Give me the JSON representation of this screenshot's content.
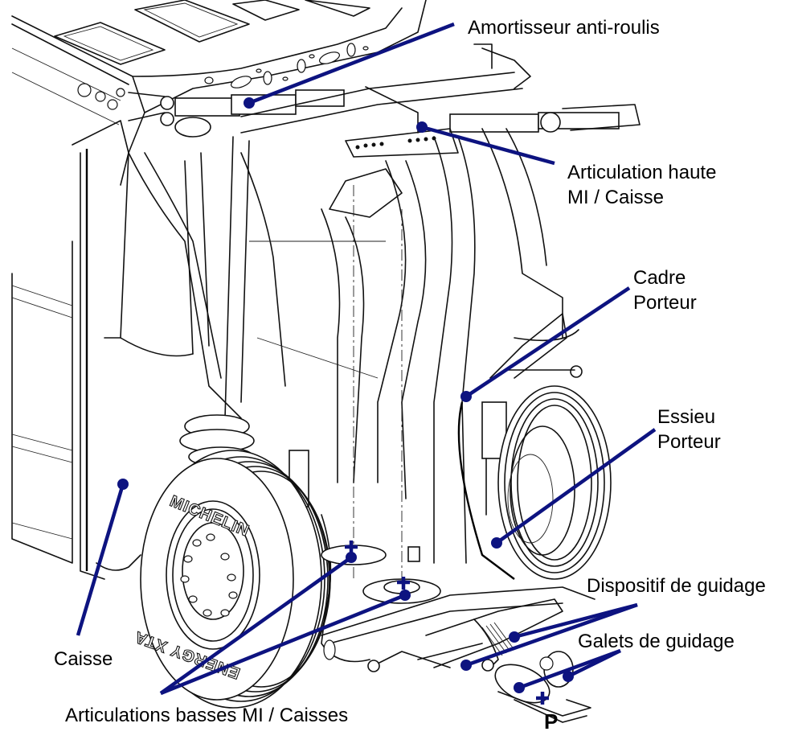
{
  "diagram": {
    "subject": "Bogie / cadre porteur assembly (line drawing)",
    "accent_color": "#0d1380",
    "tyre_brand_text": "MICHELIN",
    "tyre_model_text": "ENERGY XTA",
    "labels": {
      "amortisseur": "Amortisseur anti-roulis",
      "articulation_haute_l1": "Articulation  haute",
      "articulation_haute_l2": "MI / Caisse",
      "cadre_l1": "Cadre",
      "cadre_l2": "Porteur",
      "essieu_l1": "Essieu",
      "essieu_l2": "Porteur",
      "dispositif": "Dispositif de guidage",
      "galets": "Galets de guidage",
      "caisse": "Caisse",
      "articulations_basses": "Articulations basses MI / Caisses",
      "point_p": "P"
    }
  }
}
